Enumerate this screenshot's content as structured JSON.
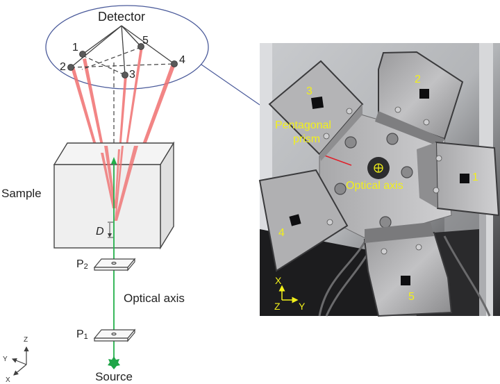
{
  "schematic": {
    "detector_label": "Detector",
    "detector_numbers": [
      "1",
      "2",
      "3",
      "4",
      "5"
    ],
    "sample_label": "Sample",
    "depth_label": "D",
    "pinhole_2_label": "P",
    "pinhole_2_sub": "2",
    "pinhole_1_label": "P",
    "pinhole_1_sub": "1",
    "optical_axis_label": "Optical axis",
    "source_label": "Source",
    "axes": {
      "z": "Z",
      "y": "Y",
      "x": "X"
    }
  },
  "photo": {
    "detector_numbers": [
      "1",
      "2",
      "3",
      "4",
      "5"
    ],
    "prism_label_line1": "Pentagonal",
    "prism_label_line2": "prism",
    "optical_axis_label": "Optical axis",
    "axes": {
      "x": "X",
      "z": "Z",
      "y": "Y"
    }
  },
  "colors": {
    "beam": "#22b04a",
    "rays": "#f07070",
    "ellipse": "#4a5a9a",
    "label_yellow": "#f2f01a",
    "line": "#404040"
  }
}
